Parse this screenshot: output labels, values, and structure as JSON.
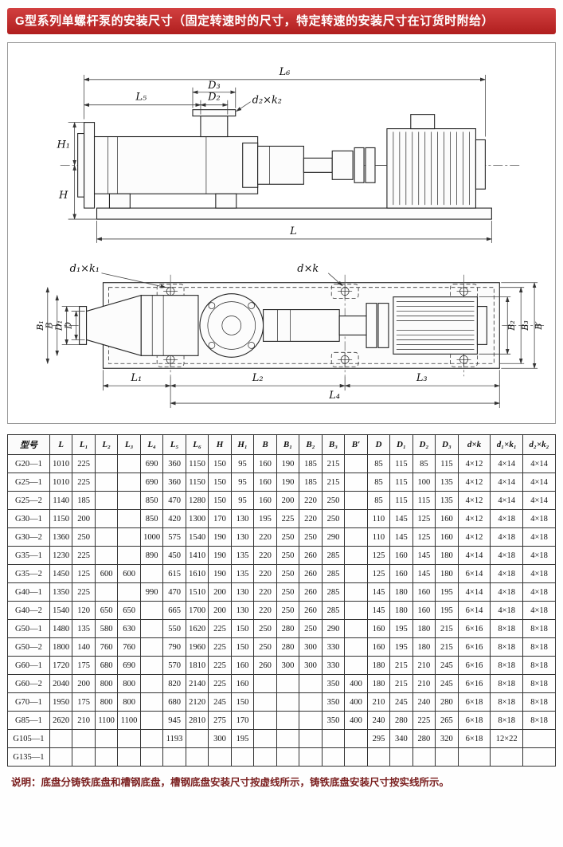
{
  "page": {
    "title": "G型系列单螺杆泵的安装尺寸（固定转速时的尺寸，特定转速的安装尺寸在订货时附给）",
    "note": "说明：底盘分铸铁底盘和槽钢底盘，槽钢底盘安装尺寸按虚线所示，铸铁底盘安装尺寸按实线所示。",
    "accent_color": "#b01e1e"
  },
  "drawing": {
    "labels": {
      "L6": "L₆",
      "D3": "D₃",
      "D2": "D₂",
      "L5": "L₅",
      "d2k2": "d₂×k₂",
      "H1": "H₁",
      "H": "H",
      "L": "L",
      "d1k1": "d₁×k₁",
      "dk": "d×k",
      "B1": "B₁",
      "B": "B",
      "D1": "D₁",
      "D": "D",
      "B2": "B₂",
      "B3": "B₃",
      "Bp": "B′",
      "L1": "L₁",
      "L2": "L₂",
      "L3": "L₃",
      "L4": "L₄"
    }
  },
  "table": {
    "headers": [
      "型号",
      "L",
      "L₁",
      "L₂",
      "L₃",
      "L₄",
      "L₅",
      "L₆",
      "H",
      "H₁",
      "B",
      "B₁",
      "B₂",
      "B₃",
      "B′",
      "D",
      "D₁",
      "D₂",
      "D₃",
      "d×k",
      "d₁×k₁",
      "d₂×k₂"
    ],
    "rows": [
      [
        "G20—1",
        "1010",
        "225",
        "",
        "",
        "690",
        "360",
        "1150",
        "150",
        "95",
        "160",
        "190",
        "185",
        "215",
        "",
        "85",
        "115",
        "85",
        "115",
        "4×12",
        "4×14",
        "4×14"
      ],
      [
        "G25—1",
        "1010",
        "225",
        "",
        "",
        "690",
        "360",
        "1150",
        "150",
        "95",
        "160",
        "190",
        "185",
        "215",
        "",
        "85",
        "115",
        "100",
        "135",
        "4×12",
        "4×14",
        "4×14"
      ],
      [
        "G25—2",
        "1140",
        "185",
        "",
        "",
        "850",
        "470",
        "1280",
        "150",
        "95",
        "160",
        "200",
        "220",
        "250",
        "",
        "85",
        "115",
        "115",
        "135",
        "4×12",
        "4×14",
        "4×14"
      ],
      [
        "G30—1",
        "1150",
        "200",
        "",
        "",
        "850",
        "420",
        "1300",
        "170",
        "130",
        "195",
        "225",
        "220",
        "250",
        "",
        "110",
        "145",
        "125",
        "160",
        "4×12",
        "4×18",
        "4×18"
      ],
      [
        "G30—2",
        "1360",
        "250",
        "",
        "",
        "1000",
        "575",
        "1540",
        "190",
        "130",
        "220",
        "250",
        "250",
        "290",
        "",
        "110",
        "145",
        "125",
        "160",
        "4×12",
        "4×18",
        "4×18"
      ],
      [
        "G35—1",
        "1230",
        "225",
        "",
        "",
        "890",
        "450",
        "1410",
        "190",
        "135",
        "220",
        "250",
        "260",
        "285",
        "",
        "125",
        "160",
        "145",
        "180",
        "4×14",
        "4×18",
        "4×18"
      ],
      [
        "G35—2",
        "1450",
        "125",
        "600",
        "600",
        "",
        "615",
        "1610",
        "190",
        "135",
        "220",
        "250",
        "260",
        "285",
        "",
        "125",
        "160",
        "145",
        "180",
        "6×14",
        "4×18",
        "4×18"
      ],
      [
        "G40—1",
        "1350",
        "225",
        "",
        "",
        "990",
        "470",
        "1510",
        "200",
        "130",
        "220",
        "250",
        "260",
        "285",
        "",
        "145",
        "180",
        "160",
        "195",
        "4×14",
        "4×18",
        "4×18"
      ],
      [
        "G40—2",
        "1540",
        "120",
        "650",
        "650",
        "",
        "665",
        "1700",
        "200",
        "130",
        "220",
        "250",
        "260",
        "285",
        "",
        "145",
        "180",
        "160",
        "195",
        "6×14",
        "4×18",
        "4×18"
      ],
      [
        "G50—1",
        "1480",
        "135",
        "580",
        "630",
        "",
        "550",
        "1620",
        "225",
        "150",
        "250",
        "280",
        "250",
        "290",
        "",
        "160",
        "195",
        "180",
        "215",
        "6×16",
        "8×18",
        "8×18"
      ],
      [
        "G50—2",
        "1800",
        "140",
        "760",
        "760",
        "",
        "790",
        "1960",
        "225",
        "150",
        "250",
        "280",
        "300",
        "330",
        "",
        "160",
        "195",
        "180",
        "215",
        "6×16",
        "8×18",
        "8×18"
      ],
      [
        "G60—1",
        "1720",
        "175",
        "680",
        "690",
        "",
        "570",
        "1810",
        "225",
        "160",
        "260",
        "300",
        "300",
        "330",
        "",
        "180",
        "215",
        "210",
        "245",
        "6×16",
        "8×18",
        "8×18"
      ],
      [
        "G60—2",
        "2040",
        "200",
        "800",
        "800",
        "",
        "820",
        "2140",
        "225",
        "160",
        "",
        "",
        "",
        "350",
        "400",
        "180",
        "215",
        "210",
        "245",
        "6×16",
        "8×18",
        "8×18"
      ],
      [
        "G70—1",
        "1950",
        "175",
        "800",
        "800",
        "",
        "680",
        "2120",
        "245",
        "150",
        "",
        "",
        "",
        "350",
        "400",
        "210",
        "245",
        "240",
        "280",
        "6×18",
        "8×18",
        "8×18"
      ],
      [
        "G85—1",
        "2620",
        "210",
        "1100",
        "1100",
        "",
        "945",
        "2810",
        "275",
        "170",
        "",
        "",
        "",
        "350",
        "400",
        "240",
        "280",
        "225",
        "265",
        "6×18",
        "8×18",
        "8×18"
      ],
      [
        "G105—1",
        "",
        "",
        "",
        "",
        "",
        "1193",
        "",
        "300",
        "195",
        "",
        "",
        "",
        "",
        "",
        "295",
        "340",
        "280",
        "320",
        "6×18",
        "12×22",
        ""
      ],
      [
        "G135—1",
        "",
        "",
        "",
        "",
        "",
        "",
        "",
        "",
        "",
        "",
        "",
        "",
        "",
        "",
        "",
        "",
        "",
        "",
        "",
        "",
        ""
      ]
    ]
  }
}
